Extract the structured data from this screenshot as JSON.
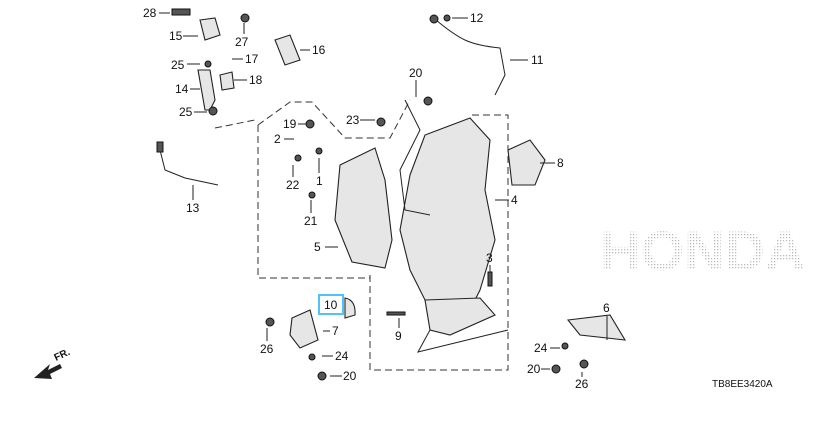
{
  "diagram": {
    "code": "TB8EE3420A",
    "front_arrow": "FR.",
    "watermark": "HONDA",
    "highlight_color": "#4fc3f7",
    "labels": [
      "28",
      "15",
      "27",
      "16",
      "17",
      "25",
      "18",
      "14",
      "25",
      "20",
      "12",
      "11",
      "23",
      "19",
      "2",
      "1",
      "22",
      "8",
      "4",
      "13",
      "21",
      "5",
      "3",
      "10",
      "7",
      "9",
      "6",
      "26",
      "24",
      "20",
      "24",
      "20",
      "26"
    ],
    "highlighted_label": "10"
  }
}
